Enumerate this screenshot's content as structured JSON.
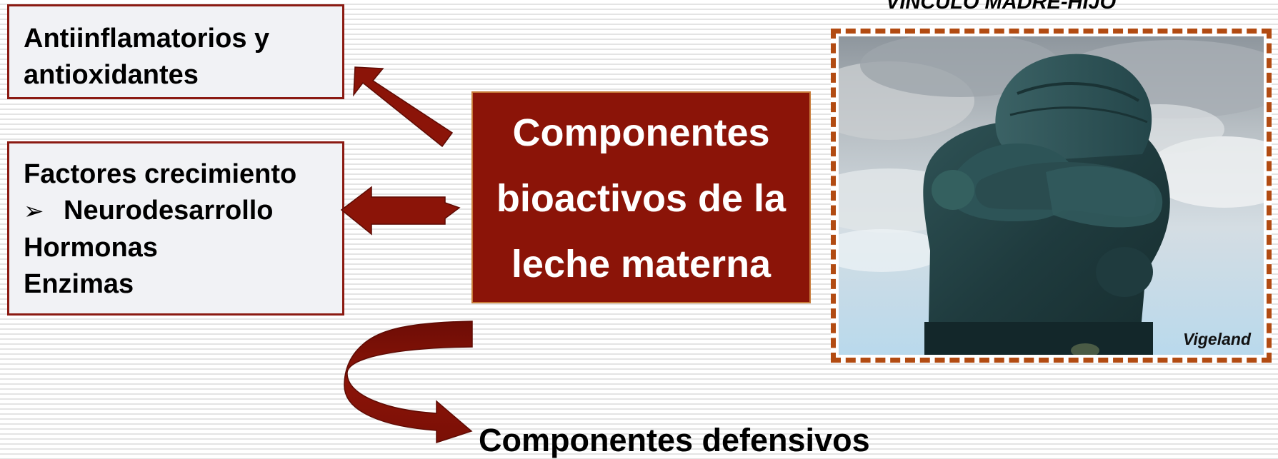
{
  "boxes": {
    "antiinflam": {
      "line1": "Antiinflamatorios y",
      "line2": "antioxidantes"
    },
    "factores": {
      "line1": "Factores crecimiento",
      "bullet_icon": "➢",
      "bullet_text": "Neurodesarrollo",
      "line3": "Hormonas",
      "line4": "Enzimas"
    }
  },
  "main": {
    "line1": "Componentes",
    "line2": "bioactivos de la",
    "line3": "leche materna"
  },
  "bottom_label": "Componentes defensivos",
  "photo": {
    "title": "VÍNCULO MADRE-HIJO",
    "caption": "Vigeland",
    "image_icon": "mother-child-sculpture-image"
  },
  "colors": {
    "accent": "#8b1408",
    "box_border": "#8b1a12",
    "frame_border": "#b24b12",
    "box_background": "#f1f2f5"
  }
}
